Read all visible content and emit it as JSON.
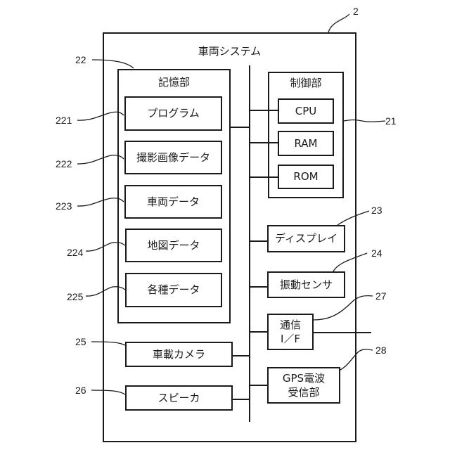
{
  "system": {
    "title": "車両システム",
    "ref": "2"
  },
  "storage": {
    "title": "記憶部",
    "ref": "22",
    "items": [
      {
        "label": "プログラム",
        "ref": "221"
      },
      {
        "label": "撮影画像データ",
        "ref": "222"
      },
      {
        "label": "車両データ",
        "ref": "223"
      },
      {
        "label": "地図データ",
        "ref": "224"
      },
      {
        "label": "各種データ",
        "ref": "225"
      }
    ]
  },
  "controller": {
    "title": "制御部",
    "ref": "21",
    "items": [
      {
        "label": "CPU"
      },
      {
        "label": "RAM"
      },
      {
        "label": "ROM"
      }
    ]
  },
  "peripherals": {
    "display": {
      "label": "ディスプレイ",
      "ref": "23"
    },
    "vibration_sensor": {
      "label": "振動センサ",
      "ref": "24"
    },
    "comm_if": {
      "label": "通信\nI／F",
      "ref": "27"
    },
    "gps": {
      "label": "GPS電波\n受信部",
      "ref": "28"
    },
    "camera": {
      "label": "車載カメラ",
      "ref": "25"
    },
    "speaker": {
      "label": "スピーカ",
      "ref": "26"
    }
  }
}
